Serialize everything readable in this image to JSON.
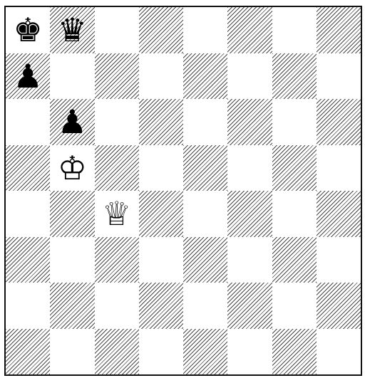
{
  "board": {
    "files": 8,
    "ranks": 8,
    "light_color": "#ffffff",
    "dark_pattern_color": "#2a2a2a",
    "border_color": "#111111"
  },
  "pieces": [
    {
      "name": "black-king",
      "glyph": "♚",
      "color": "black",
      "square": "a8"
    },
    {
      "name": "black-queen",
      "glyph": "♛",
      "color": "black",
      "square": "b8"
    },
    {
      "name": "black-pawn-a7",
      "glyph": "♟",
      "color": "black",
      "square": "a7"
    },
    {
      "name": "black-pawn-b6",
      "glyph": "♟",
      "color": "black",
      "square": "b6"
    },
    {
      "name": "white-king",
      "glyph": "♔",
      "color": "white",
      "square": "b5"
    },
    {
      "name": "white-queen",
      "glyph": "♕",
      "color": "white",
      "square": "c4"
    }
  ]
}
